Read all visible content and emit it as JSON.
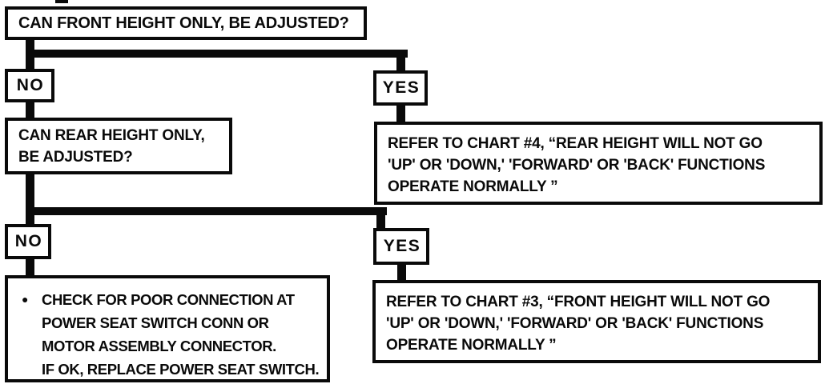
{
  "colors": {
    "ink": "#0a0a0a",
    "paper": "#ffffff"
  },
  "flowchart": {
    "q1": {
      "text": "CAN FRONT HEIGHT ONLY, BE ADJUSTED?"
    },
    "decision1": {
      "no": "NO",
      "yes": "YES"
    },
    "q2": {
      "lines": [
        "CAN REAR HEIGHT ONLY,",
        "BE ADJUSTED?"
      ]
    },
    "chart4": {
      "lines": [
        "REFER TO CHART #4, “REAR HEIGHT WILL NOT GO",
        "'UP' OR 'DOWN,' 'FORWARD' OR 'BACK' FUNCTIONS",
        "OPERATE NORMALLY ”"
      ]
    },
    "decision2": {
      "no": "NO",
      "yes": "YES"
    },
    "action": {
      "bullet": "●",
      "lines": [
        "CHECK FOR POOR CONNECTION AT",
        "POWER SEAT SWITCH CONN OR",
        "MOTOR ASSEMBLY CONNECTOR.",
        "IF OK, REPLACE POWER SEAT SWITCH."
      ]
    },
    "chart3": {
      "lines": [
        "REFER TO CHART #3, “FRONT HEIGHT WILL NOT GO",
        "'UP' OR 'DOWN,' 'FORWARD' OR 'BACK' FUNCTIONS",
        "OPERATE NORMALLY ”"
      ]
    }
  }
}
